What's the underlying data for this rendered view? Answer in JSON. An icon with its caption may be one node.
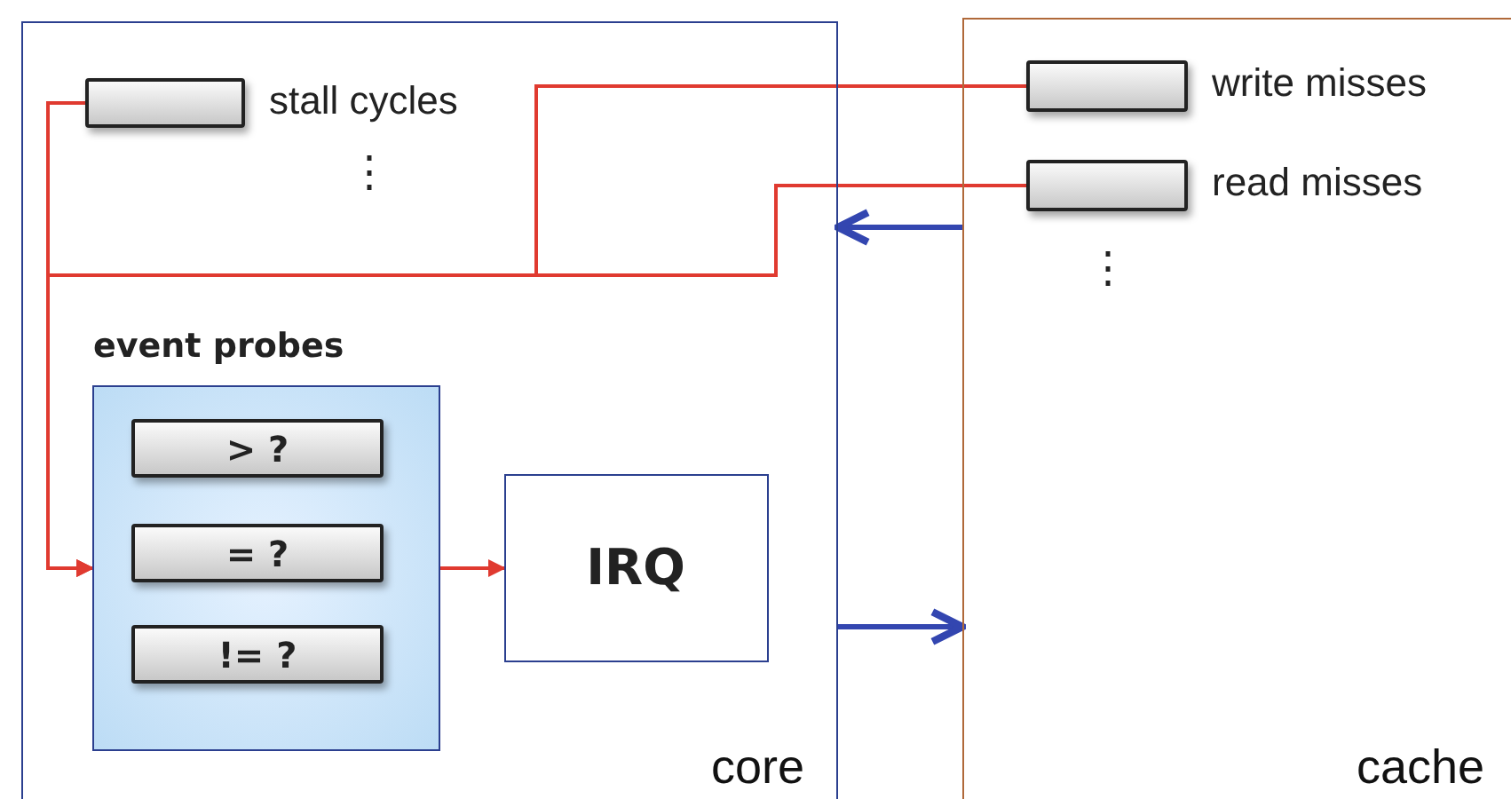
{
  "diagram": {
    "nodes": [
      {
        "text": [
          "core"
        ]
      },
      {
        "text": [],
        "shape": "bar",
        "in": 0,
        "beside": [
          "stall cycles"
        ]
      },
      {
        "text": [
          "event probes"
        ],
        "in": 0
      },
      {
        "text": [
          "> ?"
        ],
        "in": 2
      },
      {
        "text": [
          "= ?"
        ],
        "in": 2
      },
      {
        "text": [
          "!= ?"
        ],
        "in": 2
      },
      {
        "text": [
          "IRQ"
        ],
        "in": 0
      },
      {
        "text": [
          "cache"
        ]
      },
      {
        "text": [],
        "shape": "bar",
        "in": 7,
        "beside": [
          "write misses"
        ]
      },
      {
        "text": [],
        "shape": "bar",
        "in": 7,
        "beside": [
          "read misses"
        ]
      }
    ],
    "edges": [
      {
        "from": 1,
        "to": 2,
        "arrow": "to"
      },
      {
        "from": 8,
        "to": 2,
        "arrow": "to"
      },
      {
        "from": 9,
        "to": 2,
        "arrow": "to"
      },
      {
        "from": 2,
        "to": 6,
        "arrow": "to"
      },
      {
        "from": 7,
        "to": 0,
        "arrow": "to",
        "color": "#3346b0"
      },
      {
        "from": 0,
        "to": 7,
        "arrow": "to",
        "color": "#3346b0"
      }
    ],
    "labels": [
      "⋮",
      "⋮"
    ]
  }
}
